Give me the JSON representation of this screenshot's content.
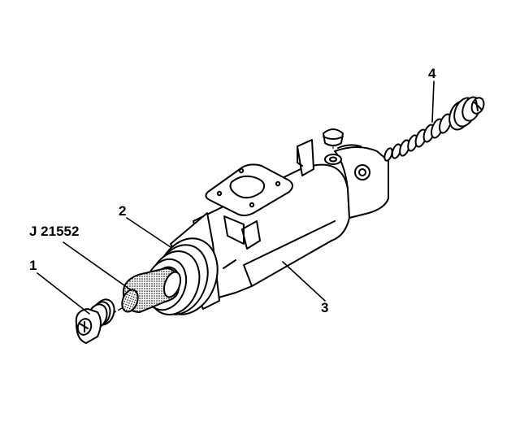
{
  "callouts": {
    "one": "1",
    "two": "2",
    "three": "3",
    "four": "4",
    "tool": "J 21552"
  },
  "colors": {
    "line": "#000000",
    "fill": "#ffffff",
    "stipple": "#b0b0b0"
  }
}
